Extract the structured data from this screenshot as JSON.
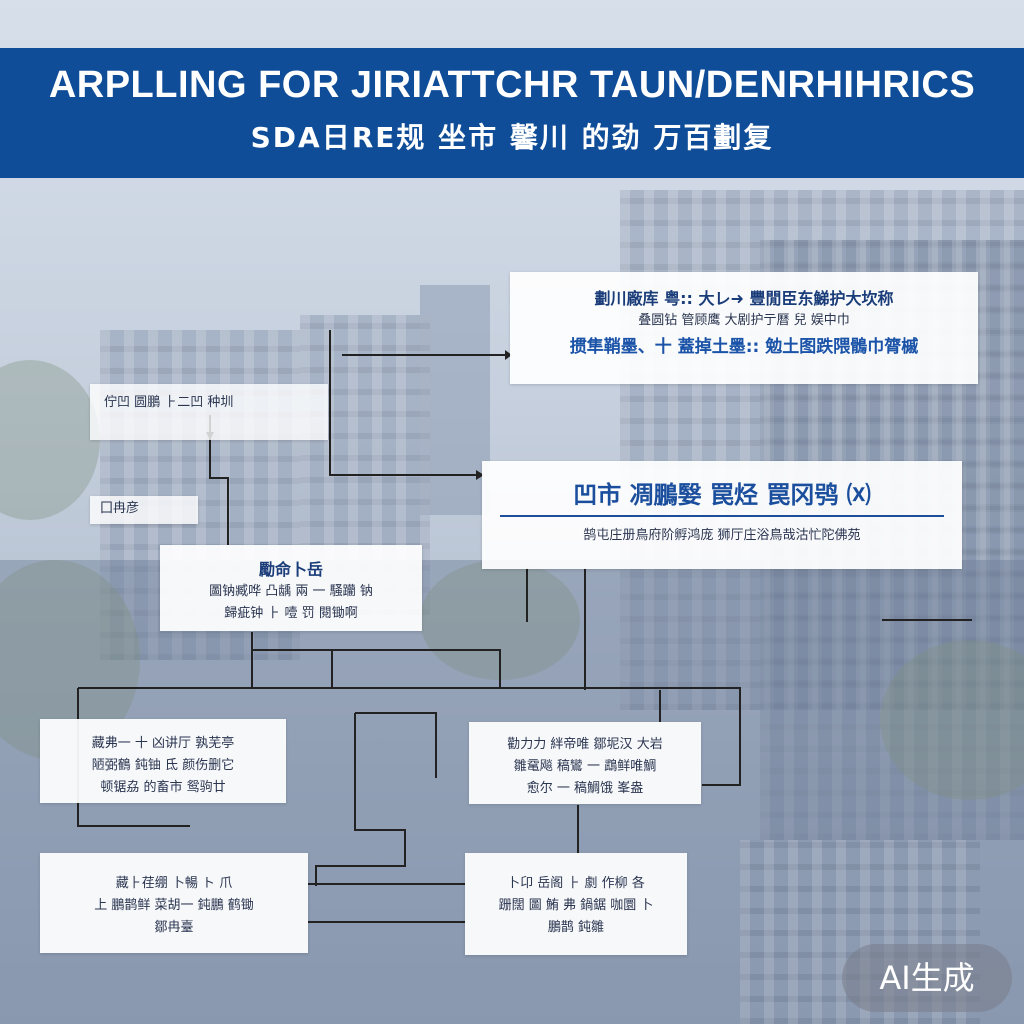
{
  "header": {
    "title": "ARPLLING FOR JIRIATTCHR TAUN/DENRHIHRICS",
    "subtitle": "SDA日RE规 坐市 馨川 的劲 万百劃复"
  },
  "nodes": {
    "top_right": {
      "line1": "劃川廠库 粤:: 大レ➜ 豐閒臣东鮷护大坎称",
      "line2": "叠圆钻 管顾鹰 大剧护亍曆 兒 娱中巾",
      "line3": "掼隼鞘墨、十 蓋掉土墨:: 勉土图跌隈鶻巾膂槭"
    },
    "middle_right": {
      "title": "凹市 凋鵬嫛 罠烃 罠冈鸮 ⒳",
      "body": "鹄屯庄册鳥府阶孵鸿庞 狮厅庄浴鳥哉沽忙陀佛苑"
    },
    "left_faded": {
      "line1": "佇凹  圆鵬    ⺊⼆凹 种圳",
      "line2": "囗冉彦"
    },
    "center_left": {
      "title": "勵命卜岳",
      "line2": "圖钠臧哗 凸龋 兩  ⼀ 騒躪 钠",
      "line3": "歸疵钟 ⺊ 噎 罚 閱锄啊"
    },
    "lower_left": {
      "line1": "藏弗⼀ ⼗ 凶讲厅 孰芜亭",
      "line2": "陋弼鶴 鈍铀 氐 颜伤删它",
      "line3": "顿锯劦 的畜市 鸳驹廿"
    },
    "lower_center": {
      "line1": "勸力⼒ 絆帝唯 鄒坭汉 大岩",
      "line2": "雛鼋飚 稿鸞 ⼀ 鵡鲜唯鯛",
      "line3": "愈尔 ⼀ 稿鯛饿 峯盎"
    },
    "bottom_left": {
      "line1": "藏⺊荏绷 卜暢 ト 爪",
      "line2": "上 鵬鹊鲜 菜胡⼀ 鈍鵬 鹤锄",
      "line3": "鄒冉臺"
    },
    "bottom_center": {
      "line1": "卜卬 岳阁 ⺊ 劇 作柳 各",
      "line2": "跚闊 圖 鮪 弗 鍋鋸 咖圜 ⼘",
      "line3": "鵬鹊 鈍雛"
    }
  },
  "watermark": {
    "label": "AI生成"
  },
  "colors": {
    "banner": "#0f4d98",
    "accent_text": "#1b4f9e",
    "connector": "#222222"
  }
}
